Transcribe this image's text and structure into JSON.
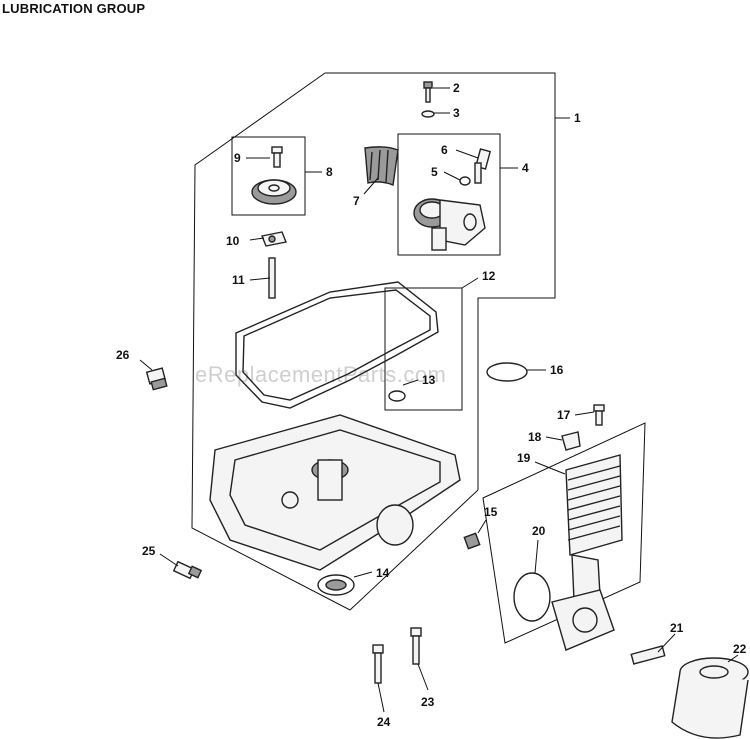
{
  "title": "LUBRICATION GROUP",
  "watermark": "eReplacementParts.com",
  "callouts": [
    "1",
    "2",
    "3",
    "4",
    "5",
    "6",
    "7",
    "8",
    "9",
    "10",
    "11",
    "12",
    "13",
    "14",
    "15",
    "16",
    "17",
    "18",
    "19",
    "20",
    "21",
    "22",
    "23",
    "24",
    "25",
    "26"
  ]
}
